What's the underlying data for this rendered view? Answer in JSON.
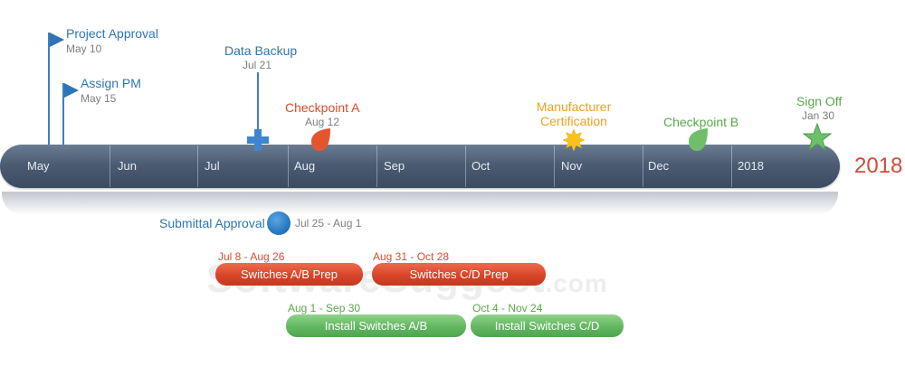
{
  "timeline": {
    "year_label": "2018",
    "months": [
      "May",
      "Jun",
      "Jul",
      "Aug",
      "Sep",
      "Oct",
      "Nov",
      "Dec",
      "2018"
    ]
  },
  "milestones": {
    "project_approval": {
      "title": "Project Approval",
      "date": "May 10",
      "icon": "flag-icon",
      "color": "#2e75b6"
    },
    "assign_pm": {
      "title": "Assign PM",
      "date": "May 15",
      "icon": "flag-icon",
      "color": "#2e75b6"
    },
    "data_backup": {
      "title": "Data Backup",
      "date": "Jul 21",
      "icon": "plus-cross-icon",
      "color": "#2e75b6"
    },
    "checkpoint_a": {
      "title": "Checkpoint A",
      "date": "Aug 12",
      "icon": "leaf-drop-icon",
      "color": "#e04a2a"
    },
    "manufacturer_cert": {
      "title_line1": "Manufacturer",
      "title_line2": "Certification",
      "icon": "starburst-icon",
      "color": "#f0a020"
    },
    "checkpoint_b": {
      "title": "Checkpoint B",
      "icon": "leaf-drop-icon",
      "color": "#5aa84a"
    },
    "sign_off": {
      "title": "Sign Off",
      "date": "Jan 30",
      "icon": "star-icon",
      "color": "#5aa84a"
    }
  },
  "submittal": {
    "title": "Submittal Approval",
    "dates": "Jul 25 - Aug 1",
    "icon": "circle-icon",
    "color": "#2e75b6"
  },
  "tasks": {
    "switches_ab_prep": {
      "label": "Switches A/B Prep",
      "dates": "Jul 8 - Aug 26",
      "color": "#d9452a"
    },
    "switches_cd_prep": {
      "label": "Switches C/D Prep",
      "dates": "Aug 31 - Oct 28",
      "color": "#d9452a"
    },
    "install_ab": {
      "label": "Install Switches A/B",
      "dates": "Aug 1 - Sep 30",
      "color": "#62b760"
    },
    "install_cd": {
      "label": "Install Switches C/D",
      "dates": "Oct 4 - Nov 24",
      "color": "#62b760"
    }
  },
  "watermark": {
    "text": "SoftwareSuggest",
    "domain": ".com"
  }
}
